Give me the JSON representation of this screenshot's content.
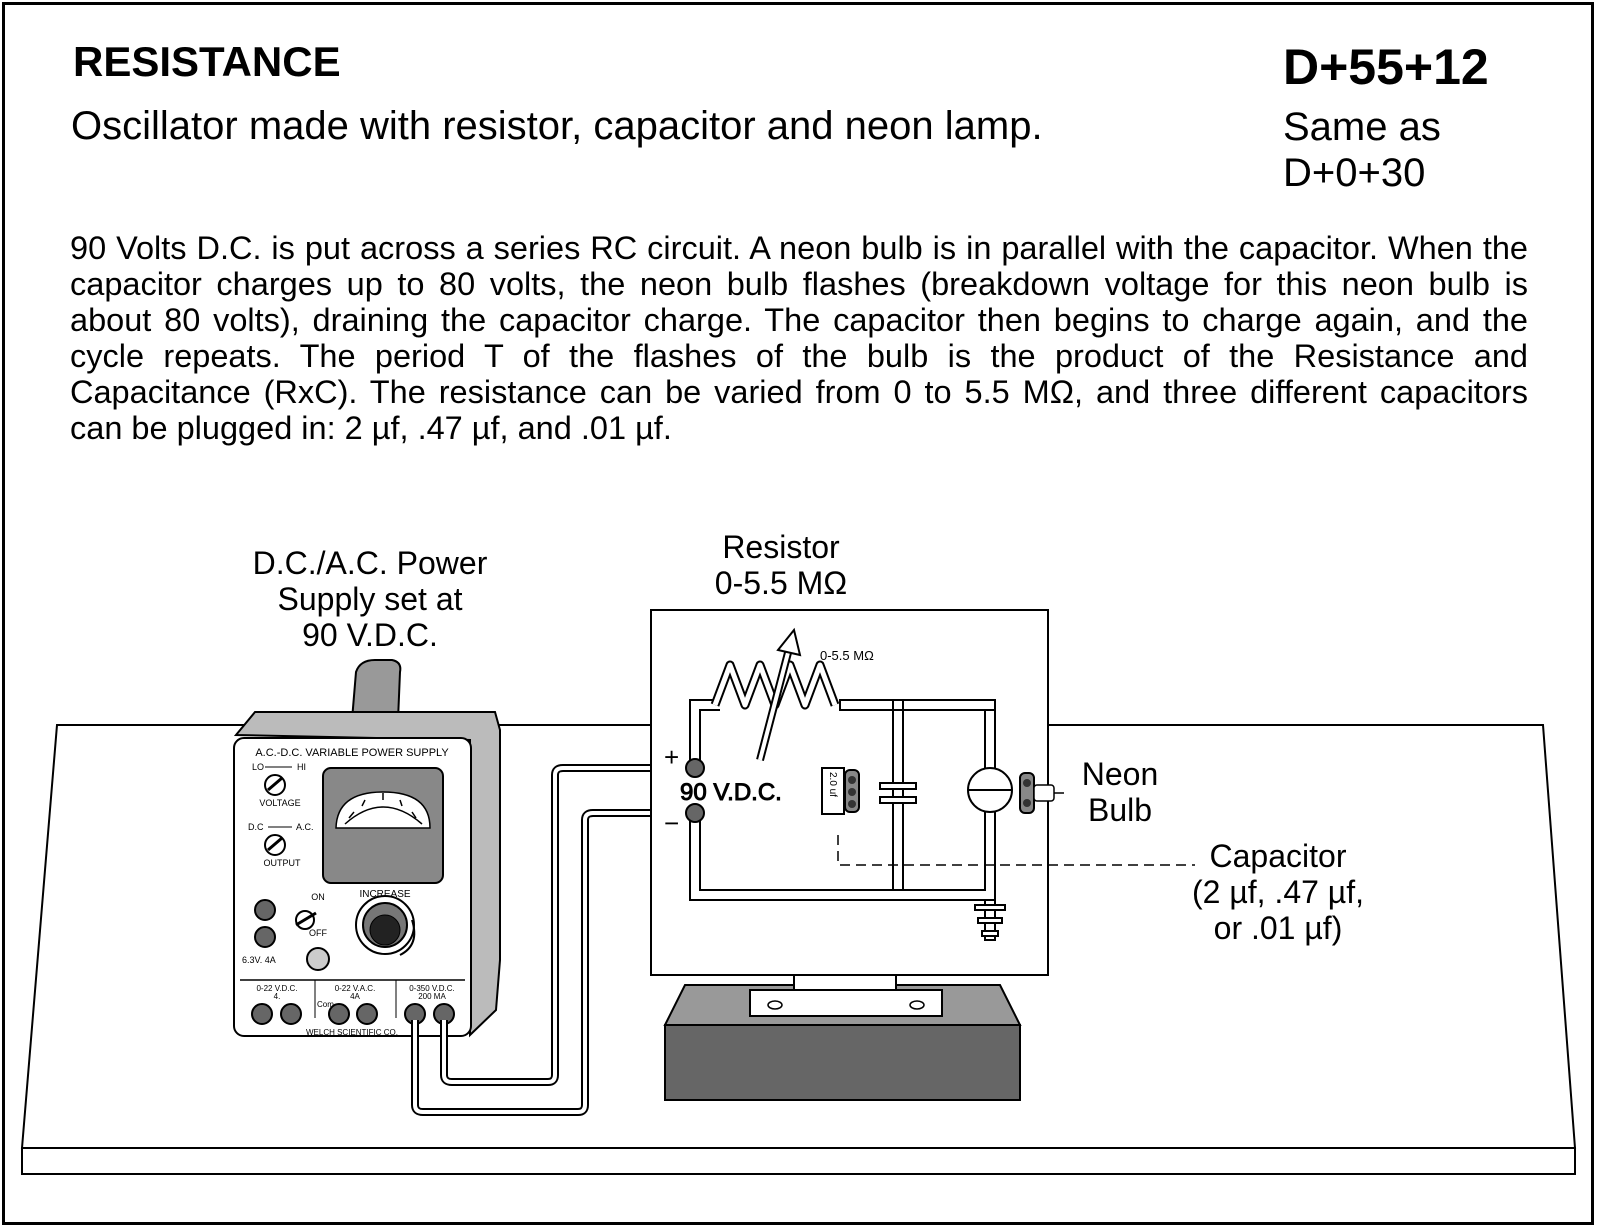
{
  "header": {
    "title": "RESISTANCE",
    "code": "D+55+12",
    "subtitle": "Oscillator made with resistor, capacitor and neon lamp.",
    "same_as_line1": "Same as",
    "same_as_line2": "D+0+30"
  },
  "description": "90 Volts D.C. is put across a series RC circuit. A neon bulb is in parallel with the capacitor. When the capacitor charges up to 80 volts, the neon bulb flashes (breakdown voltage for this neon bulb is about 80 volts), draining the capacitor charge. The capacitor then begins to charge again, and the cycle repeats.  The period T of the flashes of the bulb is the product of the Resistance and Capacitance (RxC).  The resistance can be varied from 0 to 5.5 MΩ, and three different capacitors can be plugged in: 2 µf, .47 µf, and .01 µf.",
  "labels": {
    "power_supply": [
      "D.C./A.C. Power",
      "Supply set at",
      "90 V.D.C."
    ],
    "resistor": [
      "Resistor",
      "0-5.5 MΩ"
    ],
    "neon_bulb": [
      "Neon",
      "Bulb"
    ],
    "capacitor": [
      "Capacitor",
      "(2 µf, .47 µf,",
      "or .01 µf)"
    ]
  },
  "power_supply_panel": {
    "brand_title": "A.C.-D.C. VARIABLE POWER SUPPLY",
    "lo": "LO",
    "hi": "HI",
    "voltage": "VOLTAGE",
    "dc": "D.C",
    "ac": "A.C.",
    "output": "OUTPUT",
    "on": "ON",
    "off": "OFF",
    "increase": "INCREASE",
    "rating_63": "6.3V.  4A",
    "range1": "0-22 V.D.C.",
    "range1_sub": "4.",
    "range2": "0-22 V.A.C.",
    "range2_sub": "4A",
    "range3": "0-350 V.D.C.",
    "range3_sub": "200 MA",
    "com": "Com",
    "maker": "WELCH SCIENTIFIC CO."
  },
  "circuit_board": {
    "plus": "+",
    "minus": "−",
    "voltage_text": "90 V.D.C.",
    "resistor_range": "0-5.5 MΩ",
    "cap_value": "2.0 uf"
  }
}
